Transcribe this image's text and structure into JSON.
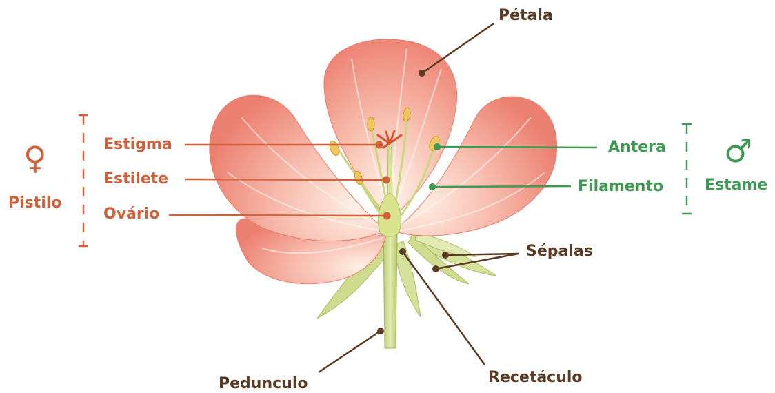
{
  "labels": {
    "petala": "Pétala",
    "estigma": "Estigma",
    "estilete": "Estilete",
    "ovario": "Ovário",
    "antera": "Antera",
    "filamento": "Filamento",
    "sepalas": "Sépalas",
    "pedunculo": "Pedunculo",
    "receptaculo": "Recetáculo"
  },
  "groups": {
    "pistilo": {
      "label": "Pistilo",
      "symbol": "♀"
    },
    "estame": {
      "label": "Estame",
      "symbol": "♂"
    }
  },
  "colors": {
    "brown": "#5a3a22",
    "orange": "#d0613a",
    "green": "#3e9a52",
    "petal": "#f4a393",
    "stem": "#c8d98a"
  }
}
